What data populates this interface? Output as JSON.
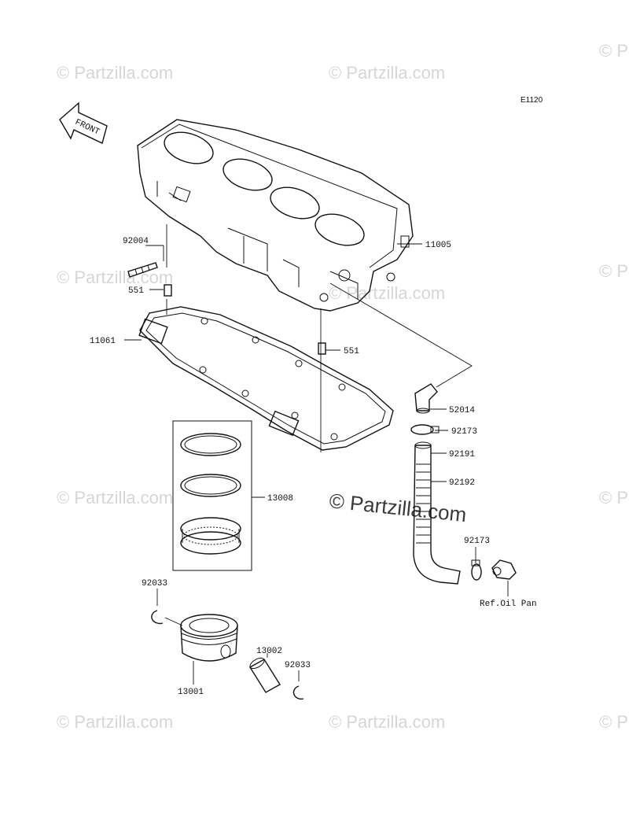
{
  "diagram": {
    "code": "E1120",
    "front_label": "FRONT",
    "watermark": "© Partzilla.com",
    "parts": [
      {
        "id": "11005",
        "name": "cylinder-block"
      },
      {
        "id": "92004",
        "name": "stud"
      },
      {
        "id": "551",
        "name": "dowel-pin-upper"
      },
      {
        "id": "11061",
        "name": "cylinder-gasket"
      },
      {
        "id": "551",
        "name": "dowel-pin-lower"
      },
      {
        "id": "52014",
        "name": "elbow-fitting"
      },
      {
        "id": "92173",
        "name": "clamp-upper"
      },
      {
        "id": "92191",
        "name": "hose-upper"
      },
      {
        "id": "92192",
        "name": "oil-hose"
      },
      {
        "id": "13008",
        "name": "piston-ring-set"
      },
      {
        "id": "92173",
        "name": "clamp-lower"
      },
      {
        "id": "92033",
        "name": "circlip-left"
      },
      {
        "id": "13002",
        "name": "piston-pin"
      },
      {
        "id": "92033",
        "name": "circlip-right"
      },
      {
        "id": "13001",
        "name": "piston"
      }
    ],
    "ref_note": "Ref.Oil Pan"
  }
}
